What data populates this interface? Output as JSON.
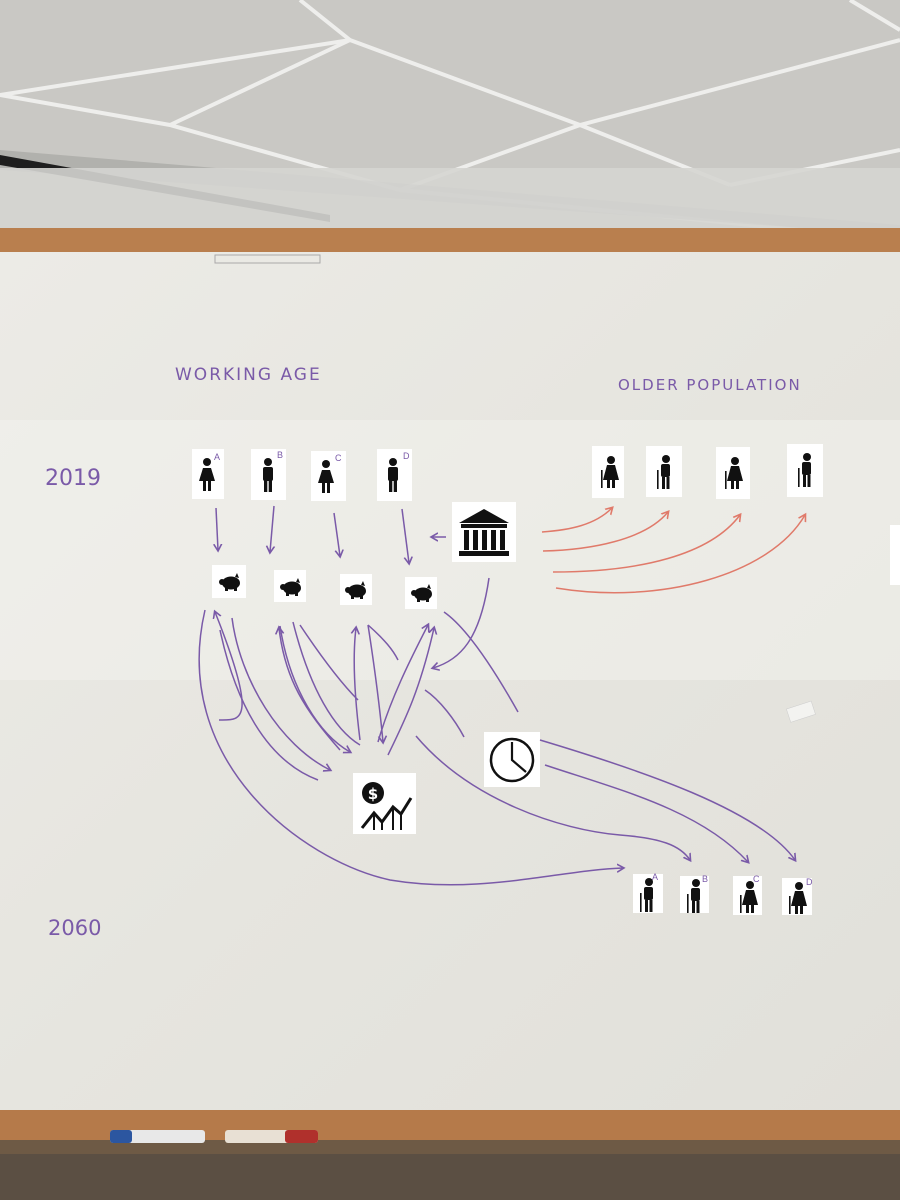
{
  "board": {
    "heading_working": "WORKING AGE",
    "heading_older": "OLDER POPULATION",
    "year_top": "2019",
    "year_bottom": "2060",
    "marker_color": "#7a5aa8",
    "red_marker_color": "#e07a6a"
  },
  "working_people": [
    {
      "letter": "A",
      "kind": "woman"
    },
    {
      "letter": "B",
      "kind": "man"
    },
    {
      "letter": "C",
      "kind": "woman"
    },
    {
      "letter": "D",
      "kind": "man"
    }
  ],
  "older_people_2019": [
    {
      "kind": "elder-woman"
    },
    {
      "kind": "elder-man"
    },
    {
      "kind": "elder-woman"
    },
    {
      "kind": "elder-man"
    }
  ],
  "older_people_2060": [
    {
      "letter": "A",
      "kind": "elder-man"
    },
    {
      "letter": "B",
      "kind": "elder-man"
    },
    {
      "letter": "C",
      "kind": "elder-woman"
    },
    {
      "letter": "D",
      "kind": "elder-woman"
    }
  ],
  "icons": {
    "bank": "bank-icon",
    "piggy": "piggy-bank-icon",
    "clock": "clock-icon",
    "growth": "investment-growth-icon"
  },
  "colors": {
    "board": "#e9e8e3",
    "frame": "#b97f4e",
    "ceiling": "#c8c7c3"
  }
}
